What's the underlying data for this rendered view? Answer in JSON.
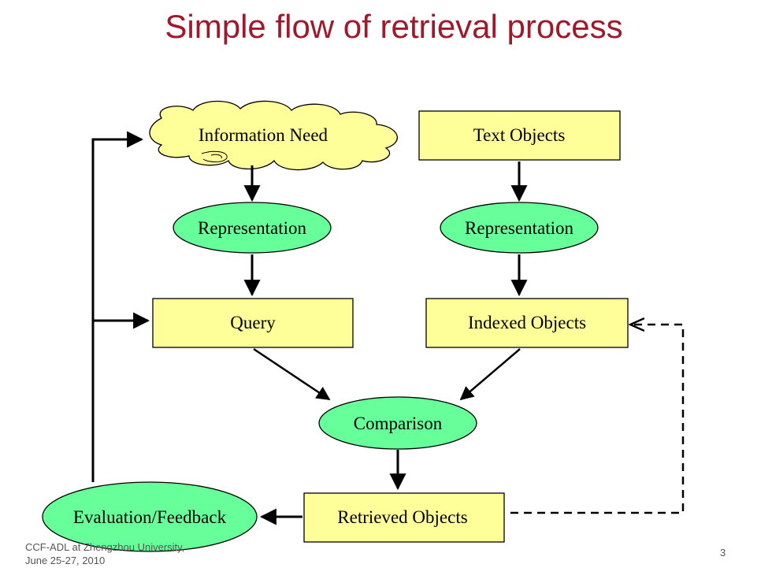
{
  "slide": {
    "title": "Simple flow of retrieval process",
    "footer_line1": "CCF-ADL at Zhengzhou University,",
    "footer_line2": "June 25-27, 2010",
    "page_number": "3"
  },
  "nodes": {
    "information_need": "Information Need",
    "text_objects": "Text Objects",
    "representation_left": "Representation",
    "representation_right": "Representation",
    "query": "Query",
    "indexed_objects": "Indexed Objects",
    "comparison": "Comparison",
    "retrieved_objects": "Retrieved Objects",
    "evaluation_feedback": "Evaluation/Feedback"
  },
  "colors": {
    "title": "#a0182a",
    "box_fill": "#ffff99",
    "ellipse_fill": "#66ff99",
    "cloud_fill": "#ffff99"
  }
}
